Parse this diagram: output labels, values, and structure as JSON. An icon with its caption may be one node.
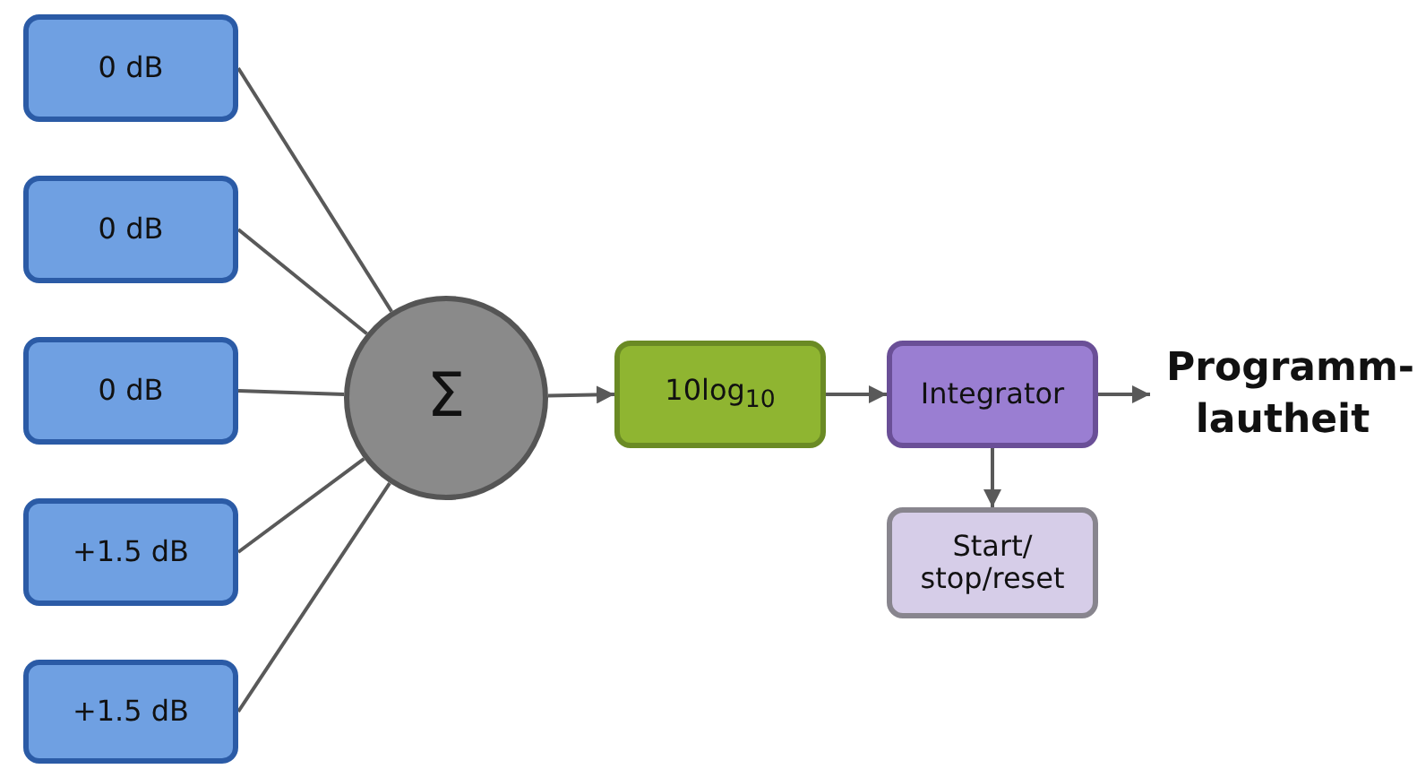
{
  "diagram": {
    "nodes": [
      {
        "text": [
          "0 dB"
        ]
      },
      {
        "text": [
          "0 dB"
        ]
      },
      {
        "text": [
          "0 dB"
        ]
      },
      {
        "text": [
          "+1.5 dB"
        ]
      },
      {
        "text": [
          "+1.5 dB"
        ]
      },
      {
        "text": [
          "Σ"
        ]
      },
      {
        "text": [
          "10log$_{10}$"
        ]
      },
      {
        "text": [
          "Integrator"
        ]
      },
      {
        "text": [
          "Programm-lautheit"
        ]
      },
      {
        "text": [
          "Start/ stop/reset"
        ]
      }
    ],
    "edges": [
      {
        "from": 0,
        "to": 5,
        "arrow": "none"
      },
      {
        "from": 1,
        "to": 5,
        "arrow": "none"
      },
      {
        "from": 2,
        "to": 5,
        "arrow": "none"
      },
      {
        "from": 3,
        "to": 5,
        "arrow": "none"
      },
      {
        "from": 4,
        "to": 5,
        "arrow": "none"
      },
      {
        "from": 5,
        "to": 6,
        "arrow": "to"
      },
      {
        "from": 6,
        "to": 7,
        "arrow": "to"
      },
      {
        "from": 7,
        "to": 8,
        "arrow": "to"
      },
      {
        "from": 7,
        "to": 9,
        "arrow": "to"
      }
    ]
  }
}
